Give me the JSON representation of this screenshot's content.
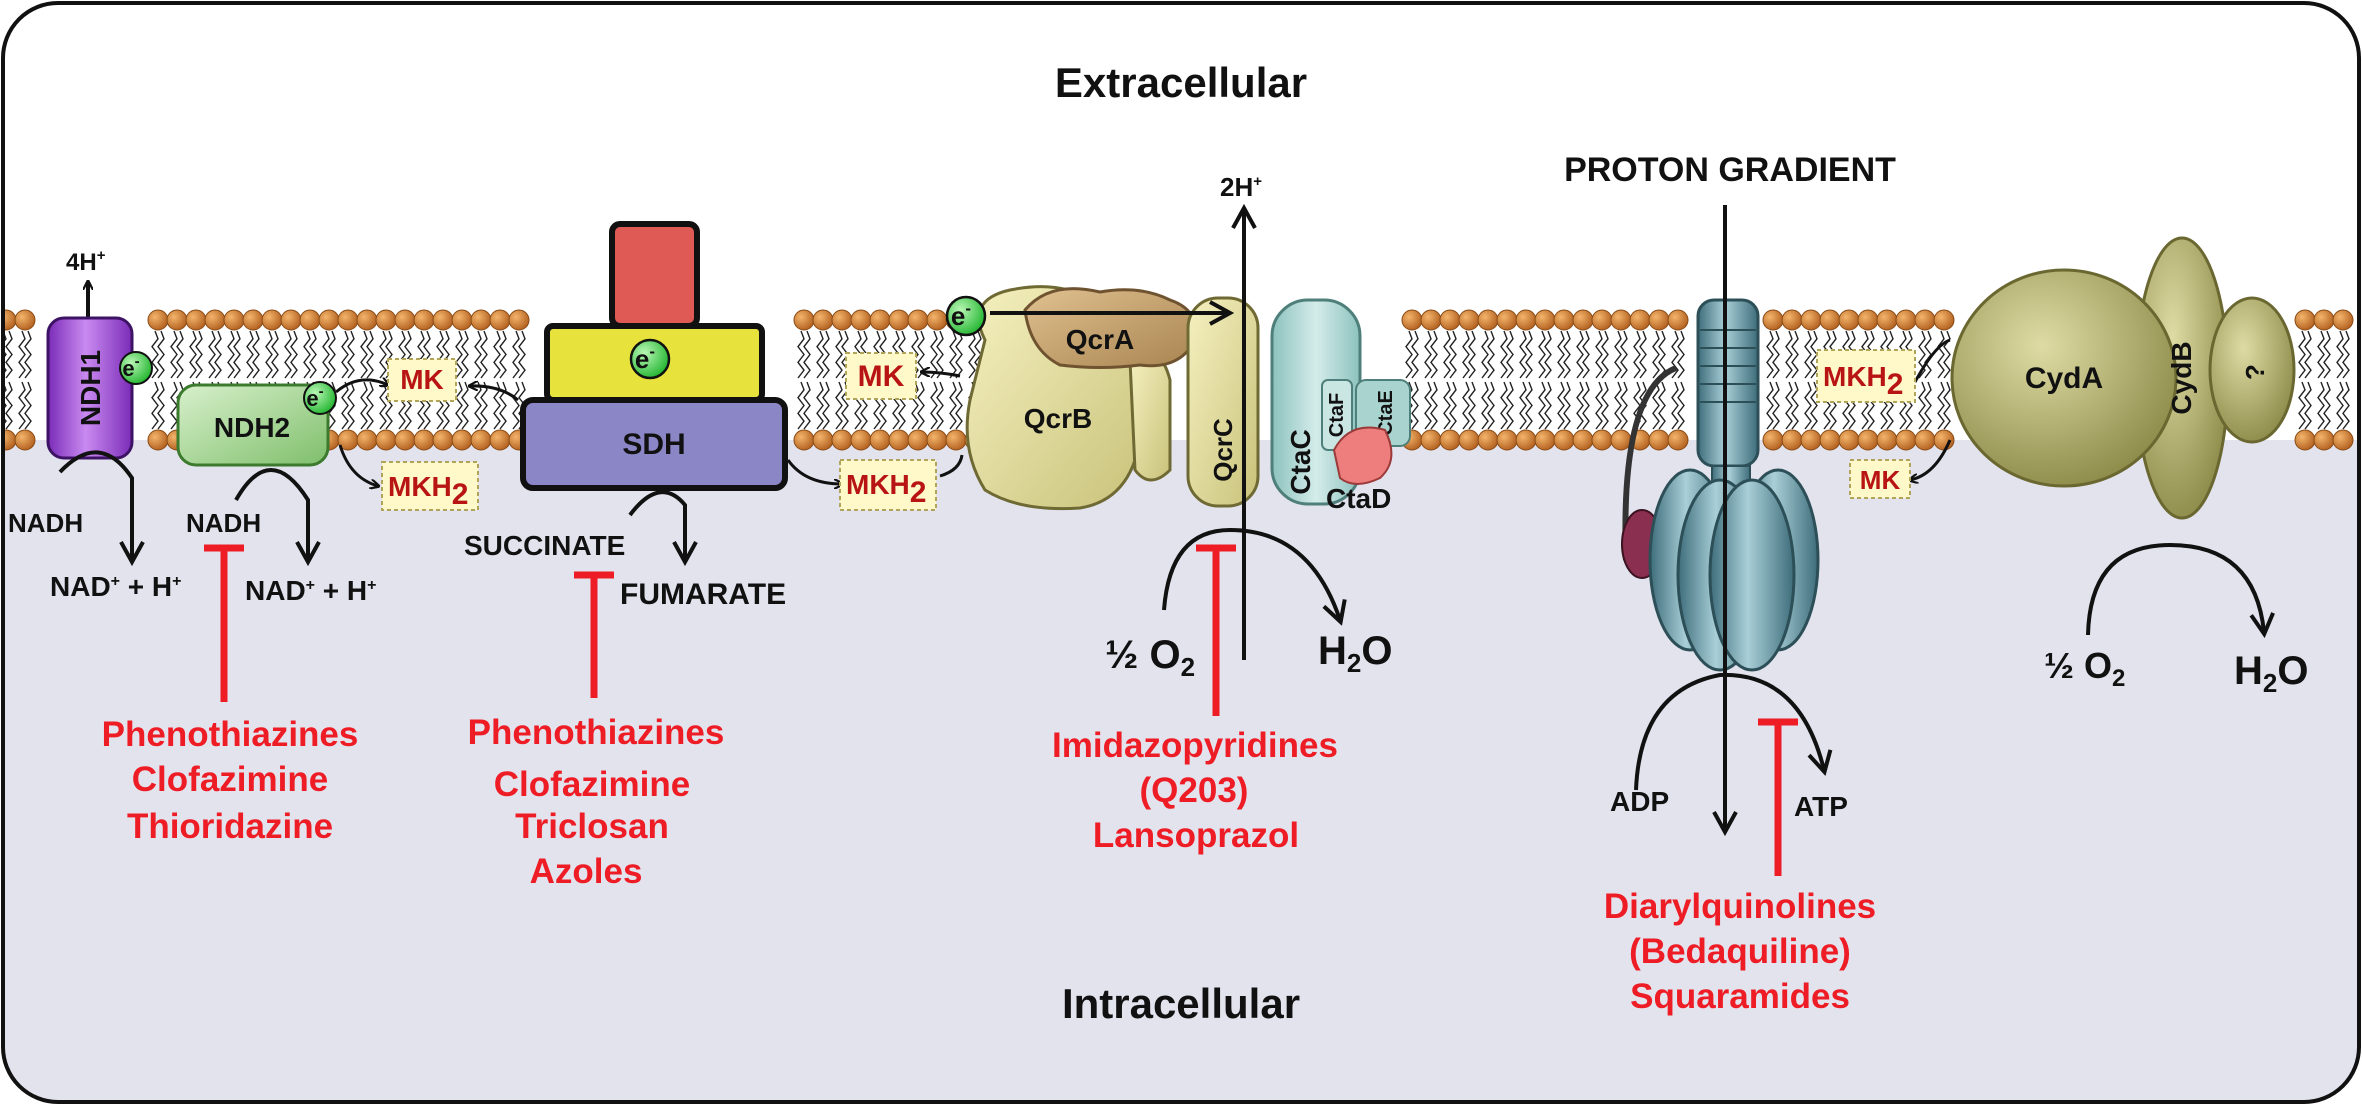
{
  "regions": {
    "top": "Extracellular",
    "bottom": "Intracellular",
    "gradient": "PROTON GRADIENT"
  },
  "proteins": {
    "ndh1": "NDH1",
    "ndh2": "NDH2",
    "sdh": "SDH",
    "qcra": "QcrA",
    "qcrb": "QcrB",
    "qcrc": "QcrC",
    "ctac": "CtaC",
    "ctaf": "CtaF",
    "ctae": "CtaE",
    "ctad": "CtaD",
    "cyda": "CydA",
    "cydb": "CydB",
    "unknown": "?"
  },
  "carriers": {
    "mk": "MK",
    "mkh": "MKH",
    "mkh_sub": "2",
    "electron": "e",
    "electron_sup": "-"
  },
  "substrates": {
    "protons_ndh1": "4H",
    "protons_ndh1_sup": "+",
    "protons_bc1": "2H",
    "protons_bc1_sup": "+",
    "nadh": "NADH",
    "nad_a": "NAD",
    "nad_sup": "+",
    "nad_b": " + H",
    "h_sup": "+",
    "succinate": "SUCCINATE",
    "fumarate": "FUMARATE",
    "half_o2": "½ O",
    "o2_sub": "2",
    "h2o_h": "H",
    "h2o_sub": "2",
    "h2o_o": "O",
    "adp": "ADP",
    "atp": "ATP"
  },
  "inhibitors": {
    "ndh2": [
      "Phenothiazines",
      "Clofazimine",
      "Thioridazine"
    ],
    "sdh": [
      "Phenothiazines",
      "Clofazimine",
      "Triclosan",
      "Azoles"
    ],
    "bc1": [
      "Imidazopyridines",
      "(Q203)",
      "Lansoprazol"
    ],
    "atp_synthase": [
      "Diarylquinolines",
      "(Bedaquiline)",
      "Squaramides"
    ]
  },
  "colors": {
    "inhibitor": "#ee1c24",
    "lipid_head": "#c8702a",
    "intracellular_bg": "#e3e3ee",
    "ndh1": "#a24bd6",
    "ndh2": "#9fd48d",
    "sdh_base": "#8b86c6",
    "sdh_mid": "#e7e23c",
    "sdh_top": "#e05a55",
    "bc1": "#e2dc94",
    "qcra": "#c7a06a",
    "ctac": "#a9d3ce",
    "ctad": "#ee7d7d",
    "atp_synthase": "#6fa0ad",
    "cyd": "#b6b470",
    "electron": "#3dd44a",
    "carrier_box": "#fff8c8"
  }
}
